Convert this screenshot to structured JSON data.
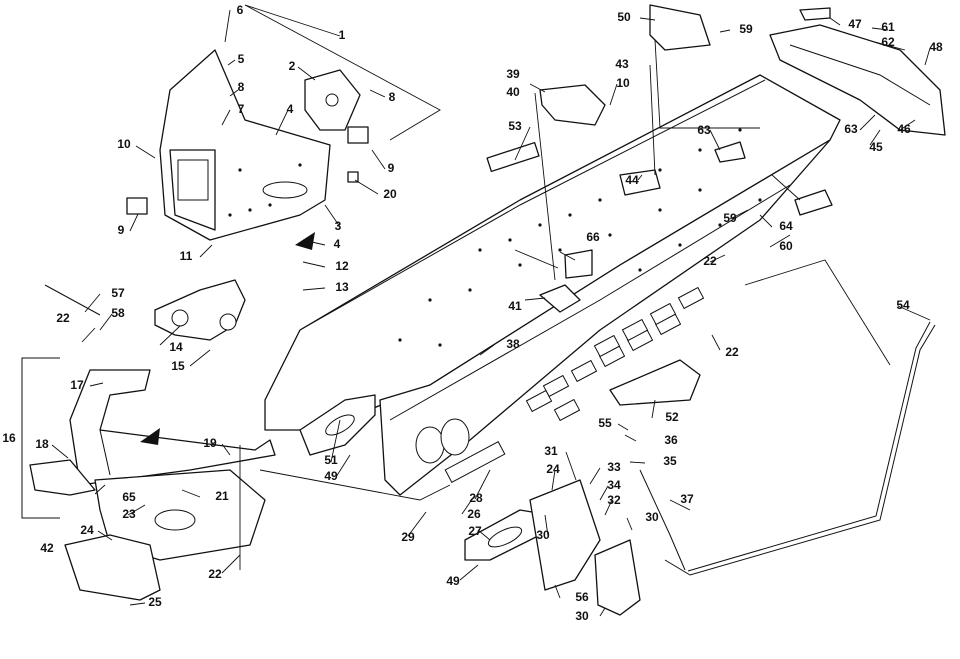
{
  "diagram": {
    "type": "exploded-parts-diagram",
    "line_color": "#111111",
    "background": "#ffffff",
    "callouts": [
      "1",
      "2",
      "3",
      "4",
      "5",
      "6",
      "7",
      "8",
      "9",
      "10",
      "11",
      "12",
      "13",
      "14",
      "15",
      "16",
      "17",
      "18",
      "19",
      "20",
      "21",
      "22",
      "23",
      "24",
      "25",
      "26",
      "27",
      "28",
      "29",
      "30",
      "31",
      "32",
      "33",
      "34",
      "35",
      "36",
      "37",
      "38",
      "39",
      "40",
      "41",
      "42",
      "43",
      "44",
      "45",
      "46",
      "47",
      "48",
      "49",
      "50",
      "51",
      "52",
      "53",
      "54",
      "55",
      "56",
      "57",
      "58",
      "59",
      "60",
      "61",
      "62",
      "63",
      "64",
      "65",
      "66"
    ]
  }
}
